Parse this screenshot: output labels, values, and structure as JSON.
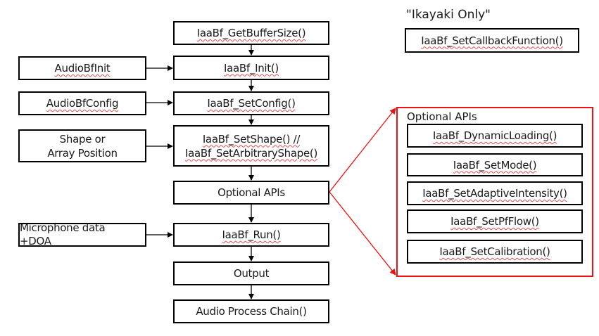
{
  "main_flow": [
    {
      "id": "get-buffer-size",
      "label": "IaaBf_GetBufferSize()"
    },
    {
      "id": "init",
      "label": "IaaBf_Init()"
    },
    {
      "id": "set-config",
      "label": "IaaBf_SetConfig()"
    },
    {
      "id": "set-shape",
      "label_line1": "IaaBf_SetShape() //",
      "label_line2": "IaaBf_SetArbitraryShape()"
    },
    {
      "id": "optional-apis",
      "label": "Optional APIs"
    },
    {
      "id": "run",
      "label": "IaaBf_Run()"
    },
    {
      "id": "output",
      "label": "Output"
    },
    {
      "id": "audio-process-chain",
      "label": "Audio Process Chain()"
    }
  ],
  "inputs": [
    {
      "id": "audio-bf-init",
      "label": "AudioBfInit",
      "target": "init"
    },
    {
      "id": "audio-bf-config",
      "label": "AudioBfConfig",
      "target": "set-config"
    },
    {
      "id": "shape-or-array",
      "label_line1": "Shape or",
      "label_line2": "Array Position",
      "target": "set-shape"
    },
    {
      "id": "mic-data",
      "label_line1": "Microphone data",
      "label_line2": "+DOA",
      "target": "run"
    }
  ],
  "ikayaki": {
    "heading": "\"Ikayaki Only\"",
    "function": "IaaBf_SetCallbackFunction()"
  },
  "optional_panel": {
    "title": "Optional APIs",
    "items": [
      "IaaBf_DynamicLoading()",
      "IaaBf_SetMode()",
      "IaaBf_SetAdaptiveIntensity()",
      "IaaBf_SetPfFlow()",
      "IaaBf_SetCalibration()"
    ],
    "accent_color": "#ee1111"
  }
}
